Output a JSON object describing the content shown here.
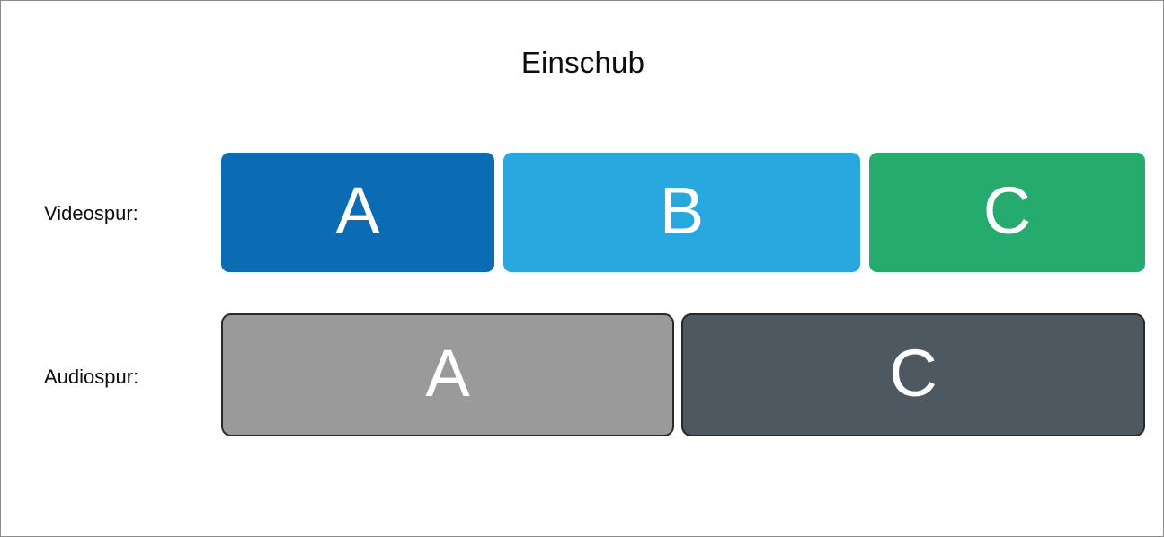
{
  "diagram": {
    "title": "Einschub",
    "background_color": "#ffffff",
    "border_color": "#8c8c8c",
    "label_color": "#0d0d0d",
    "clip_text_color": "#ffffff"
  },
  "tracks": [
    {
      "id": "video",
      "label": "Videospur:",
      "clips": [
        {
          "letter": "A",
          "color": "#0b6cb3",
          "border_color": "none"
        },
        {
          "letter": "B",
          "color": "#29a8e0",
          "border_color": "none"
        },
        {
          "letter": "C",
          "color": "#25ab6e",
          "border_color": "none"
        }
      ]
    },
    {
      "id": "audio",
      "label": "Audiospur:",
      "clips": [
        {
          "letter": "A",
          "color": "#9a9a9a",
          "border_color": "#262a2e"
        },
        {
          "letter": "C",
          "color": "#4d5860",
          "border_color": "#262a2e"
        }
      ]
    }
  ]
}
